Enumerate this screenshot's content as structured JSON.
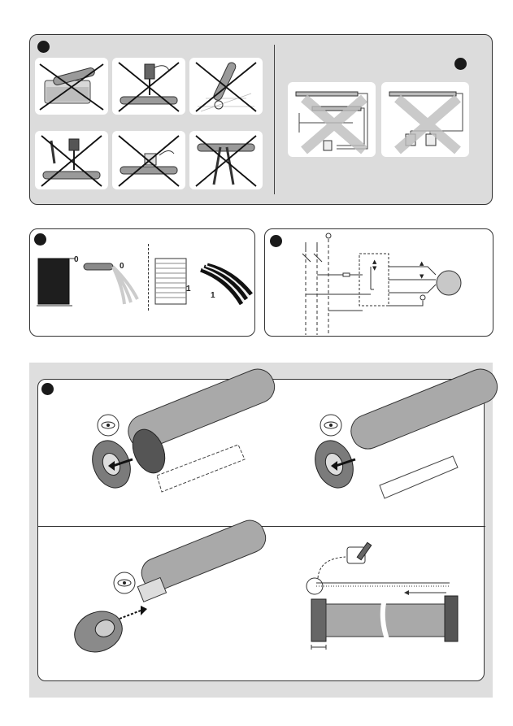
{
  "figure1": {
    "warning_tiles": [
      "no-immersion-icon",
      "no-drilling-icon",
      "no-impact-icon",
      "no-screw-icon",
      "no-crushing-icon",
      "no-pliers-icon"
    ],
    "wiring_tiles": [
      "parallel-wiring-crossed-icon",
      "double-switch-crossed-icon"
    ]
  },
  "figure2": {
    "left_value": "0",
    "left_cable_value": "0",
    "right_value": "1",
    "right_cable_value": "1"
  },
  "figure4": {
    "step_icons": [
      "eye-icon",
      "eye-icon",
      "eye-icon",
      "pencil-icon"
    ]
  },
  "colors": {
    "panel_bg": "#dcdcdc",
    "tube": "#a9a9a9",
    "badge": "#1a1a1a"
  }
}
